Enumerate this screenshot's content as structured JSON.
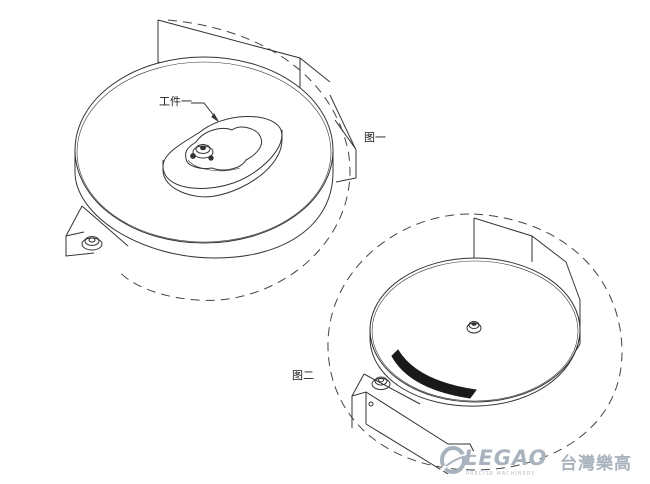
{
  "labels": {
    "workpiece": "工件一",
    "figure_one": "图一",
    "figure_two": "图二"
  },
  "logo": {
    "wordmark": "LEGAO",
    "cjk": "台灣樂高",
    "tagline": "PRECISE MACHINERY"
  },
  "colors": {
    "line": "#333333",
    "dash": "#444444",
    "logo": "#a9b3bd",
    "band": "#1a1a1a"
  }
}
